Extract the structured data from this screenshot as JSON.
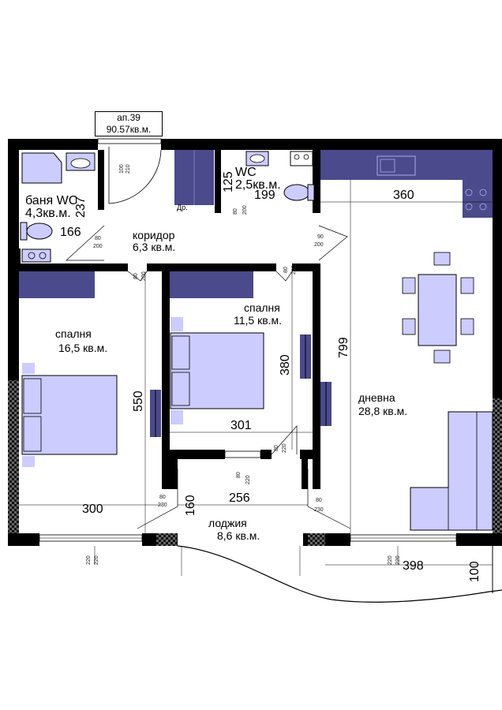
{
  "apartment": {
    "number": "ап.39",
    "area": "90.57кв.м."
  },
  "rooms": [
    {
      "id": "bath",
      "name": "баня WC",
      "area": "4,3кв.м."
    },
    {
      "id": "wc",
      "name": "WC",
      "area": "2,5кв.м."
    },
    {
      "id": "corridor",
      "name": "коридор",
      "area": "6,3 кв.м."
    },
    {
      "id": "bed1",
      "name": "спалня",
      "area": "16,5 кв.м."
    },
    {
      "id": "bed2",
      "name": "спалня",
      "area": "11,5 кв.м."
    },
    {
      "id": "living",
      "name": "дневна",
      "area": "28,8 кв.м."
    },
    {
      "id": "loggia",
      "name": "лоджия",
      "area": "8,6 кв.м."
    }
  ],
  "dimensions": {
    "d237": "237",
    "d166": "166",
    "d125": "125",
    "d199": "199",
    "d360": "360",
    "d380": "380",
    "d301": "301",
    "d550": "550",
    "d799": "799",
    "d300": "300",
    "d256": "256",
    "d160": "160",
    "d398": "398",
    "d100": "100"
  },
  "openings": {
    "o1": [
      "100",
      "210"
    ],
    "o2": [
      "80",
      "200"
    ],
    "o3": [
      "80",
      "200"
    ],
    "o4": [
      "90",
      "200"
    ],
    "o5": [
      "80",
      "200"
    ],
    "o6": [
      "80",
      "200"
    ],
    "o7": [
      "80",
      "220"
    ],
    "o8": [
      "80",
      "220"
    ],
    "o9": [
      "80",
      "230"
    ],
    "o10": [
      "80",
      "230"
    ],
    "o11": [
      "220",
      "220"
    ],
    "o12": [
      "220",
      "220"
    ]
  },
  "labels": {
    "dr": "Др."
  },
  "colors": {
    "wall": "#000000",
    "furniture": "#ccccff",
    "cabinet": "#4a4a8c",
    "pattern": "#555555"
  }
}
